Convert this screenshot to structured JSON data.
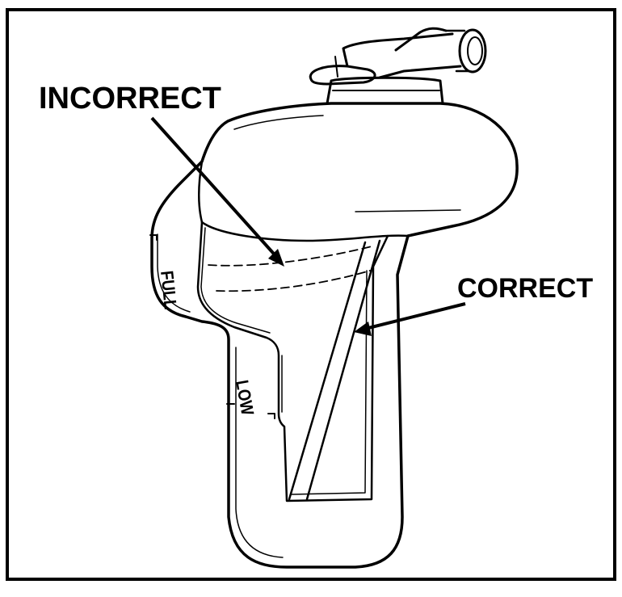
{
  "labels": {
    "incorrect": "INCORRECT",
    "correct": "CORRECT",
    "full_mark": "FULL",
    "low_mark": "LOW"
  },
  "colors": {
    "ink": "#000000",
    "paper": "#ffffff"
  }
}
